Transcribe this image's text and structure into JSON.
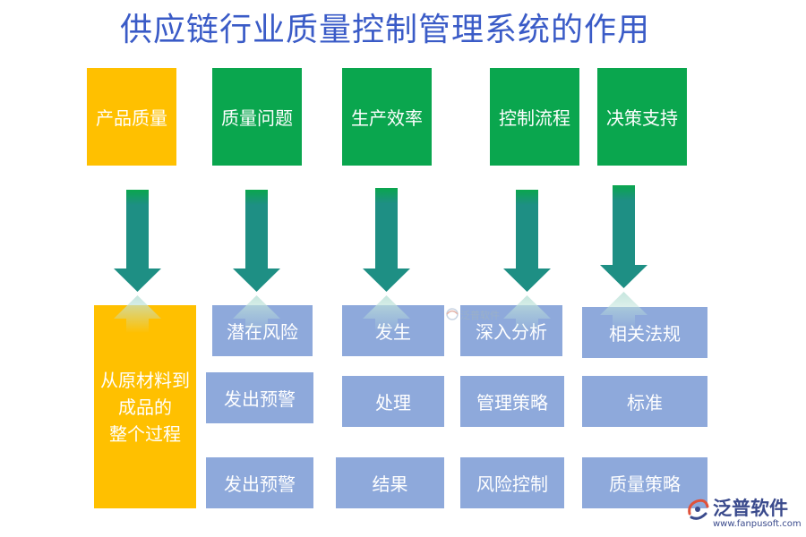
{
  "title": "供应链行业质量控制管理系统的作用",
  "columns": [
    {
      "header": "产品质量",
      "color": "#ffc000",
      "detail_lines": [
        "从原材料到",
        "成品的",
        "整个过程"
      ]
    },
    {
      "header": "质量问题",
      "color": "#0aa64e",
      "items": [
        "潜在风险",
        "发出预警",
        "发出预警"
      ]
    },
    {
      "header": "生产效率",
      "color": "#0aa64e",
      "items": [
        "发生",
        "处理",
        "结果"
      ]
    },
    {
      "header": "控制流程",
      "color": "#0aa64e",
      "items": [
        "深入分析",
        "管理策略",
        "风险控制"
      ]
    },
    {
      "header": "决策支持",
      "color": "#0aa64e",
      "items": [
        "相关法规",
        "标准",
        "质量策略"
      ]
    }
  ],
  "colors": {
    "title": "#3a5bc7",
    "item_box": "#8ea9db",
    "arrow": "#1e8f84",
    "arrow_top": "#0aa64e"
  },
  "watermark": "泛普软件",
  "logo": {
    "name": "泛普软件",
    "url": "www.fanpusoft.com",
    "icon": "fanpu-logo-icon"
  }
}
